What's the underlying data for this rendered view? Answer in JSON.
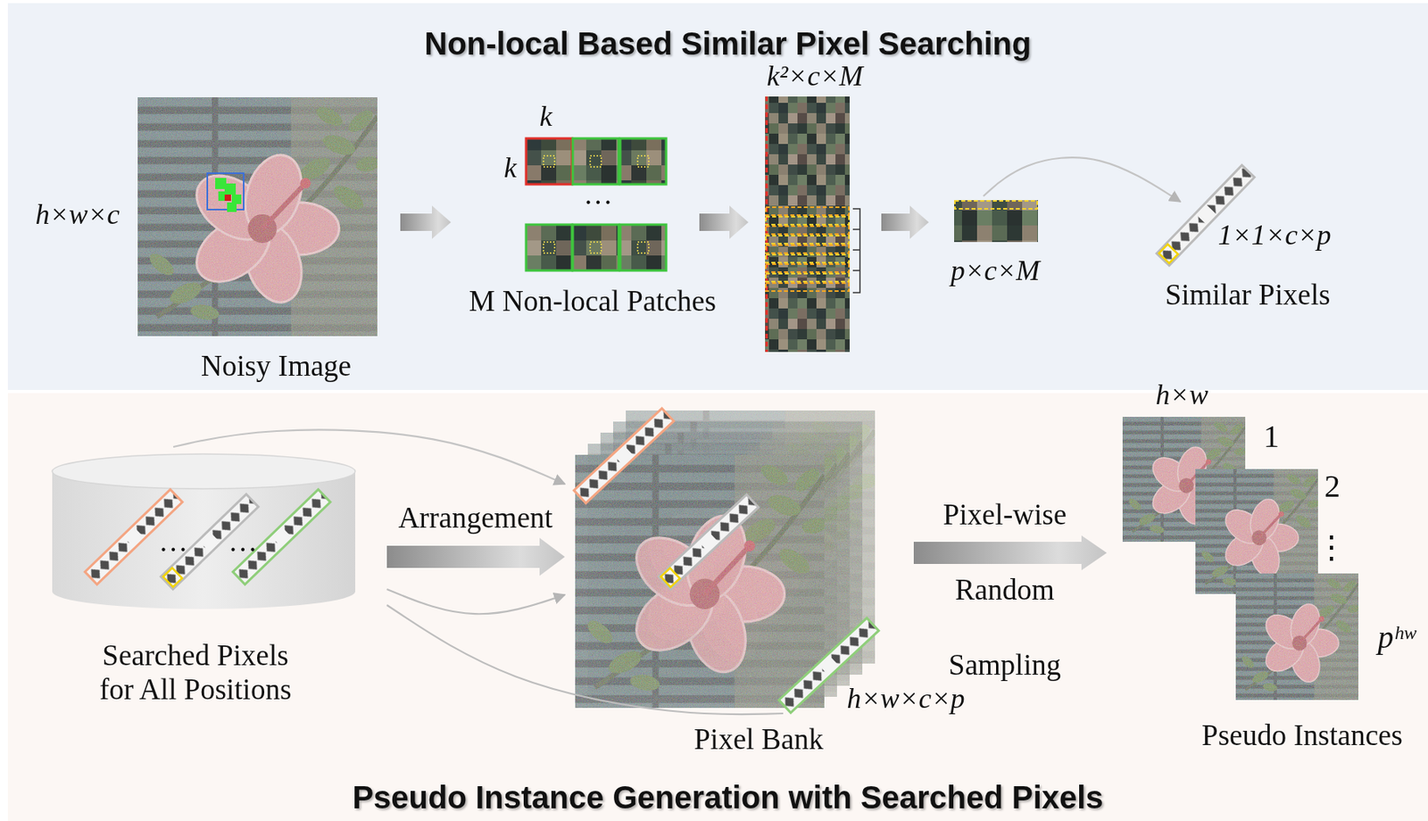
{
  "diagram": {
    "nodes": [
      {
        "text": [
          "Non-local Based Similar Pixel Searching"
        ]
      },
      {
        "text": [
          "h×w×c",
          "Noisy Image"
        ],
        "in": 0
      },
      {
        "text": [
          "k",
          "k",
          "···",
          "M Non-local Patches"
        ],
        "in": 0
      },
      {
        "text": [
          "k²×c×M"
        ],
        "in": 0
      },
      {
        "text": [
          "p×c×M"
        ],
        "in": 0
      },
      {
        "text": [
          "1×1×c×p",
          "Similar Pixels"
        ],
        "in": 0
      },
      {
        "text": [
          "Pseudo Instance Generation with Searched Pixels"
        ]
      },
      {
        "text": [
          "Searched Pixels for All Positions"
        ],
        "in": 6
      },
      {
        "text": [
          "Pixel Bank",
          "h×w×c×p"
        ],
        "in": 6
      },
      {
        "text": [
          "h×w",
          "1",
          "2",
          "⋮",
          "pʰʷ",
          "Pseudo Instances"
        ],
        "in": 6
      }
    ],
    "edges": [
      {
        "from": 1,
        "to": 2,
        "arrow": "to"
      },
      {
        "from": 2,
        "to": 3,
        "arrow": "to"
      },
      {
        "from": 3,
        "to": 4,
        "arrow": "to"
      },
      {
        "from": 4,
        "to": 5,
        "arrow": "to"
      },
      {
        "from": 7,
        "to": 8,
        "label": "Arrangement",
        "arrow": "to"
      },
      {
        "from": 7,
        "to": 8,
        "arrow": "to"
      },
      {
        "from": 7,
        "to": 8,
        "arrow": "to"
      },
      {
        "from": 7,
        "to": 8,
        "arrow": "none"
      },
      {
        "from": 8,
        "to": 9,
        "label": "Pixel-wise Random Sampling",
        "arrow": "to"
      }
    ],
    "labels": [
      "…",
      "…"
    ]
  }
}
